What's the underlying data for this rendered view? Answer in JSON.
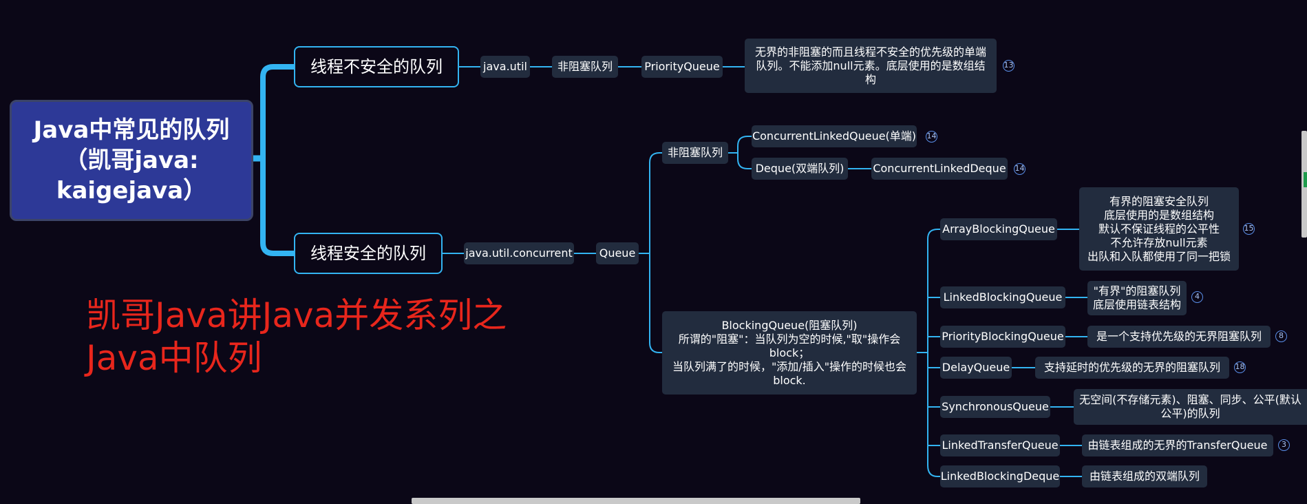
{
  "root": {
    "lines": [
      "Java中常见的队列",
      "（凯哥java:",
      "kaigejava）"
    ]
  },
  "branches": {
    "unsafe": {
      "label": "线程不安全的队列",
      "package": "java.util",
      "category": "非阻塞队列",
      "queue": "PriorityQueue",
      "description": [
        "无界的非阻塞的而且线程不安全的优先级的单端",
        "队列。不能添加null元素。底层使用的是数组结",
        "构"
      ],
      "badge": "13"
    },
    "safe": {
      "label": "线程安全的队列",
      "package": "java.util.concurrent",
      "interface": "Queue",
      "non_blocking": {
        "label": "非阻塞队列",
        "items": [
          {
            "label": "ConcurrentLinkedQueue(单端)",
            "badge": "14"
          },
          {
            "label": "Deque(双端队列)",
            "child": "ConcurrentLinkedDeque",
            "badge": "14"
          }
        ]
      },
      "blocking": {
        "lines": [
          "BlockingQueue(阻塞队列)",
          "所谓的\"阻塞\"：当队列为空的时候,\"取\"操作会",
          "block；",
          "当队列满了的时候，\"添加/插入\"操作的时候也会",
          "block."
        ],
        "items": [
          {
            "label": "ArrayBlockingQueue",
            "desc": [
              "有界的阻塞安全队列",
              "底层使用的是数组结构",
              "默认不保证线程的公平性",
              "不允许存放null元素",
              "出队和入队都使用了同一把锁"
            ],
            "badge": "15"
          },
          {
            "label": "LinkedBlockingQueue",
            "desc": [
              "\"有界\"的阻塞队列",
              "底层使用链表结构"
            ],
            "badge": "4"
          },
          {
            "label": "PriorityBlockingQueue",
            "desc": [
              "是一个支持优先级的无界阻塞队列"
            ],
            "badge": "8"
          },
          {
            "label": "DelayQueue",
            "desc": [
              "支持延时的优先级的无界的阻塞队列"
            ],
            "badge": "18"
          },
          {
            "label": "SynchronousQueue",
            "desc": [
              "无空间(不存储元素)、阻塞、同步、公平(默认",
              "公平)的队列"
            ],
            "badge": ""
          },
          {
            "label": "LinkedTransferQueue",
            "desc": [
              "由链表组成的无界的TransferQueue"
            ],
            "badge": "3"
          },
          {
            "label": "LinkedBlockingDeque",
            "desc": [
              "由链表组成的双端队列"
            ],
            "badge": ""
          }
        ]
      }
    }
  },
  "caption": {
    "lines": [
      "凯哥Java讲Java并发系列之",
      "Java中队列"
    ]
  },
  "colors": {
    "background": "#0b0717",
    "connector": "#33b4f2",
    "node": "#222c3e",
    "root": "#2d3997",
    "caption": "#e8261c",
    "badge": "#5a8ee8"
  }
}
